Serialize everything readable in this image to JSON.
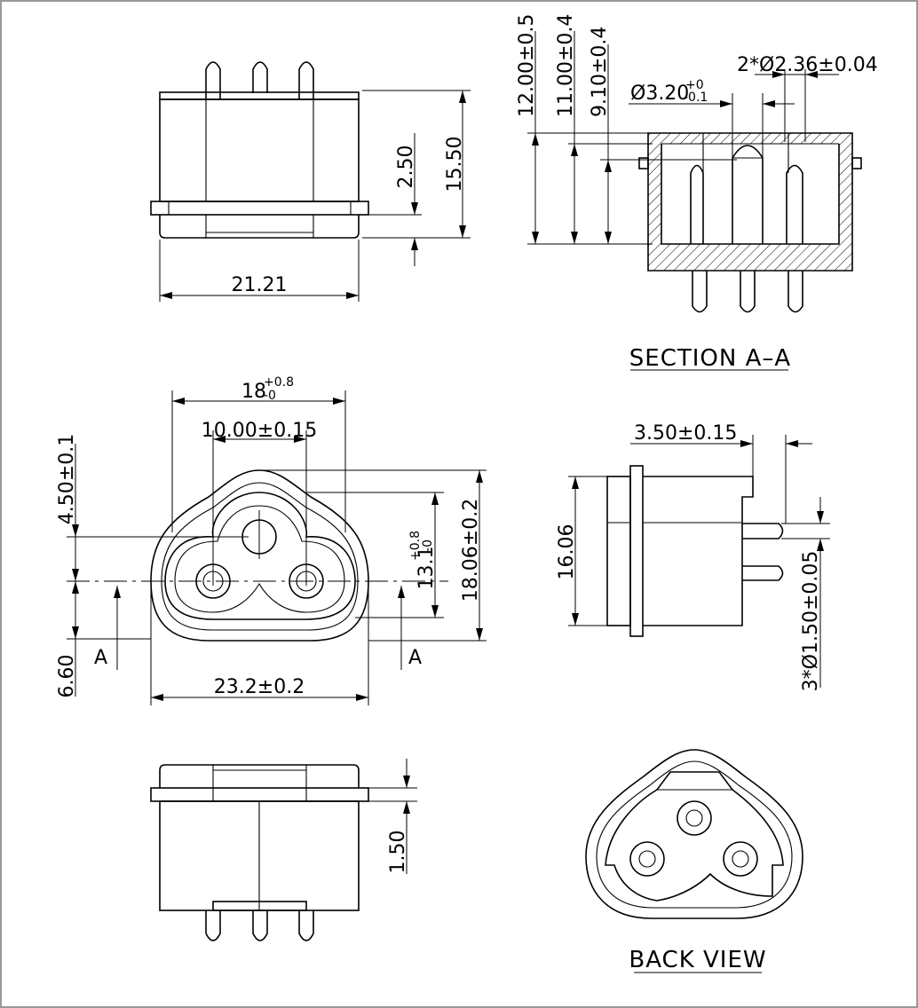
{
  "dimensions": {
    "width_top": "21.21",
    "height_top": "15.50",
    "pin_height": "2.50",
    "d12": "12.00±0.5",
    "d11": "11.00±0.4",
    "d9": "9.10±0.4",
    "hole_main": "Ø3.20",
    "hole_tol_plus": "+0",
    "hole_tol_minus": "-0.1",
    "hole_pair": "2*Ø2.36±0.04",
    "width_18": "18",
    "width_18_plus": "+0.8",
    "width_18_minus": "-0",
    "pin_spacing": "10.00±0.15",
    "top_offset": "4.50±0.1",
    "height_13": "13.1",
    "height_13_plus": "+0.8",
    "height_13_minus": "-0",
    "height_18": "18.06±0.2",
    "bottom_offset": "6.60",
    "width_23": "23.2±0.2",
    "side_pin": "3.50±0.15",
    "side_height": "16.06",
    "pin_dia": "3*Ø1.50±0.05",
    "flange": "1.50"
  },
  "labels": {
    "section_mark_left": "A",
    "section_mark_right": "A",
    "section_title": "SECTION A–A",
    "back_title": "BACK VIEW"
  }
}
